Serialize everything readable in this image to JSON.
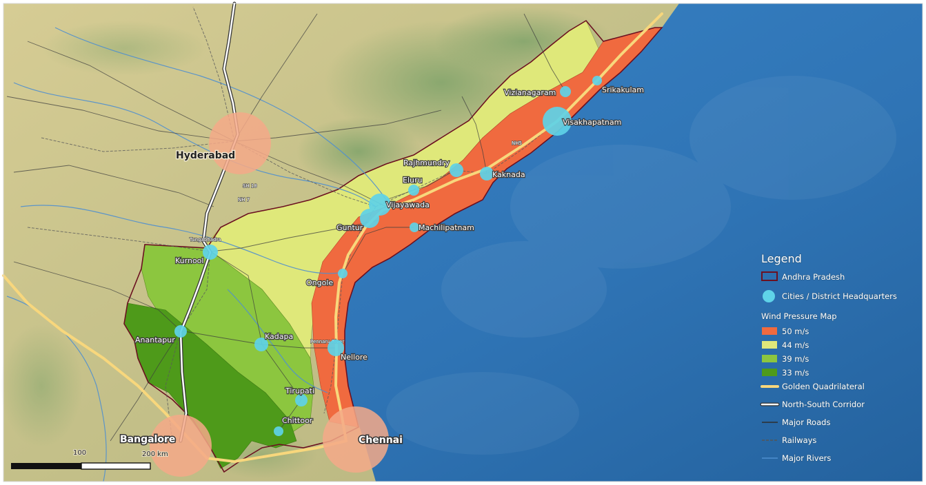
{
  "colors": {
    "sea": "#2f74b5",
    "land": "#c8c28d",
    "wind_50": "#f06a3f",
    "wind_44": "#dfe87a",
    "wind_39": "#8cc63f",
    "wind_33": "#4e9a1a",
    "city_marker": "#5fd3e8",
    "metro_marker": "#f4a988",
    "boundary": "#6b1020",
    "golden_quadrilateral": "#f8d77c",
    "north_south_corridor": "#ffffff"
  },
  "cities": [
    {
      "name": "Srikakulam"
    },
    {
      "name": "Vizianagaram"
    },
    {
      "name": "Visakhapatnam"
    },
    {
      "name": "Rajhmundry"
    },
    {
      "name": "Kaknada"
    },
    {
      "name": "Eluru"
    },
    {
      "name": "Vijayawada"
    },
    {
      "name": "Guntur"
    },
    {
      "name": "Machilipatnam"
    },
    {
      "name": "Ongole"
    },
    {
      "name": "Kurnool"
    },
    {
      "name": "Kadapa"
    },
    {
      "name": "Anantapur"
    },
    {
      "name": "Nellore"
    },
    {
      "name": "Tirupati"
    },
    {
      "name": "Chittoor"
    }
  ],
  "metros": [
    {
      "name": "Hyderabad"
    },
    {
      "name": "Bangalore"
    },
    {
      "name": "Chennai"
    }
  ],
  "legend": {
    "title": "Legend",
    "andhra_pradesh": "Andhra Pradesh",
    "cities": "Cities / District Headquarters",
    "wind_title": "Wind Pressure Map",
    "wind_classes": [
      {
        "label": "50 m/s",
        "color": "#f06a3f"
      },
      {
        "label": "44 m/s",
        "color": "#dfe87a"
      },
      {
        "label": "39 m/s",
        "color": "#8cc63f"
      },
      {
        "label": "33 m/s",
        "color": "#4e9a1a"
      }
    ],
    "golden_quadrilateral": "Golden Quadrilateral",
    "north_south_corridor": "North-South Corridor",
    "major_roads": "Major Roads",
    "railways": "Railways",
    "major_rivers": "Major Rivers"
  },
  "scale_bar": {
    "mid_label": "100",
    "end_label": "200 km"
  }
}
